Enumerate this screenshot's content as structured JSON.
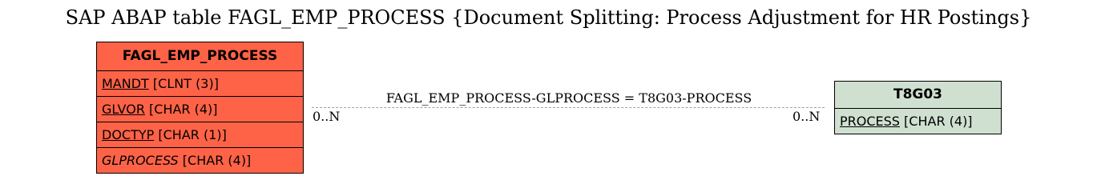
{
  "title": "SAP ABAP table FAGL_EMP_PROCESS {Document Splitting: Process Adjustment for HR Postings}",
  "main_table": {
    "name": "FAGL_EMP_PROCESS",
    "color": "#ff6347",
    "fields": [
      {
        "name": "MANDT",
        "type": "[CLNT (3)]",
        "key": true
      },
      {
        "name": "GLVOR",
        "type": "[CHAR (4)]",
        "key": true
      },
      {
        "name": "DOCTYP",
        "type": "[CHAR (1)]",
        "key": true
      },
      {
        "name": "GLPROCESS",
        "type": "[CHAR (4)]",
        "key": false
      }
    ]
  },
  "ref_table": {
    "name": "T8G03",
    "color": "#cfe0d0",
    "fields": [
      {
        "name": "PROCESS",
        "type": "[CHAR (4)]",
        "key": true
      }
    ]
  },
  "relationship": {
    "label": "FAGL_EMP_PROCESS-GLPROCESS = T8G03-PROCESS",
    "left_cardinality": "0..N",
    "right_cardinality": "0..N"
  }
}
